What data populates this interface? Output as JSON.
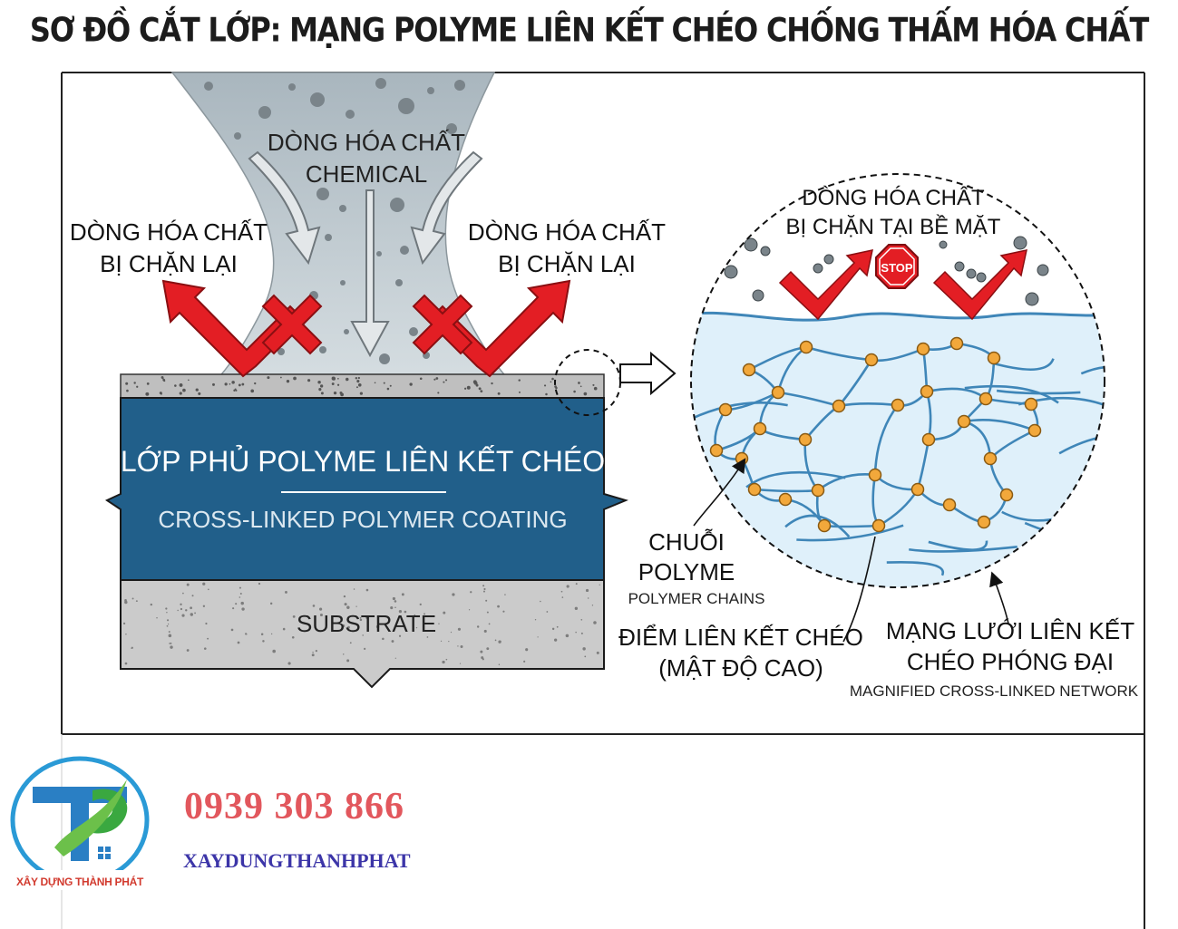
{
  "title": "SƠ ĐỒ CẮT LỚP: MẠNG POLYME LIÊN KẾT CHÉO CHỐNG THẤM HÓA CHẤT",
  "stream": {
    "line1": "DÒNG HÓA CHẤT",
    "line2": "CHEMICAL"
  },
  "blocked_left": {
    "line1": "DÒNG HÓA CHẤT",
    "line2": "BỊ CHẶN LẠI"
  },
  "blocked_right": {
    "line1": "DÒNG HÓA CHẤT",
    "line2": "BỊ CHẶN LẠI"
  },
  "coating": {
    "vi": "LỚP PHỦ POLYME LIÊN KẾT CHÉO",
    "en": "CROSS-LINKED POLYMER COATING"
  },
  "substrate": "SUBSTRATE",
  "magnified_top": {
    "line1": "DÒNG HÓA CHẤT",
    "line2": "BỊ CHẶN TẠI BỀ MẶT"
  },
  "stop_sign": "STOP",
  "chains": {
    "line1": "CHUỖI",
    "line2": "POLYME",
    "en": "POLYMER CHAINS"
  },
  "crosslink_points": {
    "line1": "ĐIỂM LIÊN KẾT CHÉO",
    "line2": "(MẬT ĐỘ CAO)"
  },
  "network": {
    "line1": "MẠNG LƯỚI LIÊN KẾT",
    "line2": "CHÉO PHÓNG ĐẠI",
    "en": "MAGNIFIED CROSS-LINKED NETWORK"
  },
  "contact": {
    "phone": "0939 303 866",
    "brand": "XAYDUNGTHANHPHAT"
  },
  "logo": {
    "caption": "XÂY DỰNG THÀNH PHÁT"
  },
  "colors": {
    "coating": "#215f8a",
    "substrate": "#c9c9c9",
    "arrow_red": "#e31e24",
    "node": "#f2a83b",
    "chain": "#3f86b8",
    "phone": "#e2575d",
    "brand": "#3c35a8"
  }
}
